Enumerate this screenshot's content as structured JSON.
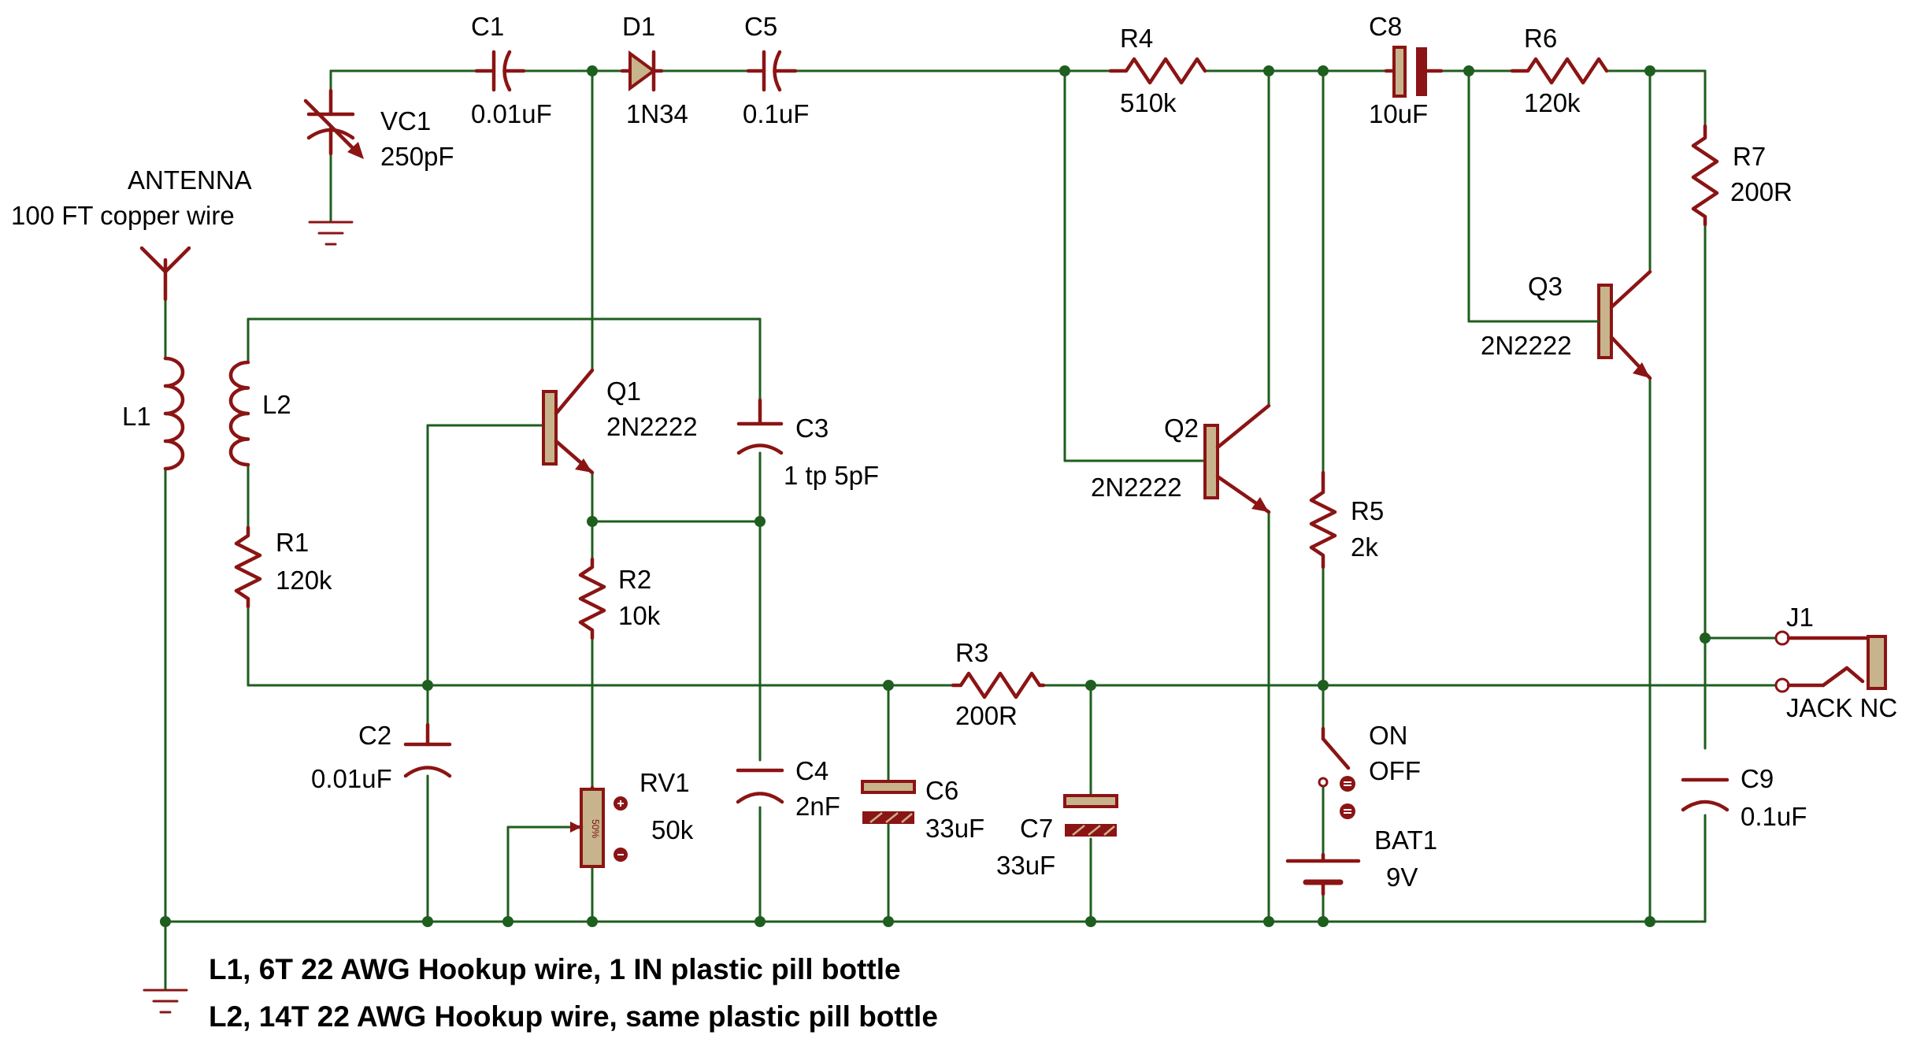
{
  "components": {
    "vc1": {
      "ref": "VC1",
      "value": "250pF"
    },
    "c1": {
      "ref": "C1",
      "value": "0.01uF"
    },
    "d1": {
      "ref": "D1",
      "value": "1N34"
    },
    "c5": {
      "ref": "C5",
      "value": "0.1uF"
    },
    "r4": {
      "ref": "R4",
      "value": "510k"
    },
    "c8": {
      "ref": "C8",
      "value": "10uF"
    },
    "r6": {
      "ref": "R6",
      "value": "120k"
    },
    "r7": {
      "ref": "R7",
      "value": "200R"
    },
    "antenna": {
      "ref": "ANTENNA",
      "value": "100 FT copper  wire"
    },
    "l1": {
      "ref": "L1"
    },
    "l2": {
      "ref": "L2"
    },
    "r1": {
      "ref": "R1",
      "value": "120k"
    },
    "q1": {
      "ref": "Q1",
      "value": "2N2222"
    },
    "c3": {
      "ref": "C3",
      "value": "1 tp 5pF"
    },
    "r2": {
      "ref": "R2",
      "value": "10k"
    },
    "q2": {
      "ref": "Q2",
      "value": "2N2222"
    },
    "q3": {
      "ref": "Q3",
      "value": "2N2222"
    },
    "r5": {
      "ref": "R5",
      "value": "2k"
    },
    "r3": {
      "ref": "R3",
      "value": "200R"
    },
    "c2": {
      "ref": "C2",
      "value": "0.01uF"
    },
    "rv1": {
      "ref": "RV1",
      "value": "50k",
      "wiper": "50%"
    },
    "c4": {
      "ref": "C4",
      "value": "2nF"
    },
    "c6": {
      "ref": "C6",
      "value": "33uF"
    },
    "c7": {
      "ref": "C7",
      "value": "33uF"
    },
    "switch": {
      "on": "ON",
      "off": "OFF"
    },
    "bat1": {
      "ref": "BAT1",
      "value": "9V"
    },
    "j1": {
      "ref": "J1",
      "value": "JACK NC"
    },
    "c9": {
      "ref": "C9",
      "value": "0.1uF"
    }
  },
  "notes": [
    "L1, 6T 22 AWG Hookup wire, 1 IN plastic pill bottle",
    "L2, 14T 22 AWG Hookup wire, same plastic pill bottle"
  ],
  "colors": {
    "wire": "#1e5e1e",
    "component": "#8b1414",
    "component_fill": "#c8b48c",
    "background": "#ffffff"
  }
}
